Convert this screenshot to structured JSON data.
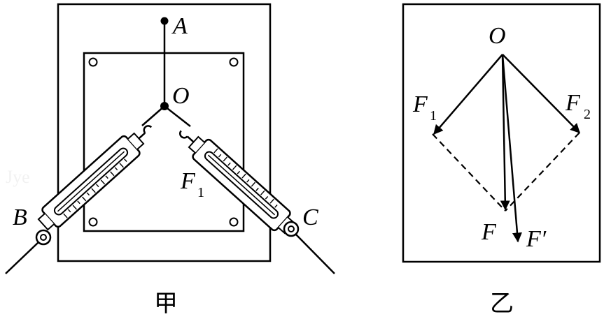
{
  "figure_left": {
    "caption": "甲",
    "points": {
      "A": "A",
      "O": "O",
      "B": "B",
      "C": "C"
    },
    "force_label": {
      "letter": "F",
      "subscript": "1"
    }
  },
  "figure_right": {
    "caption": "乙",
    "point_O": "O",
    "forces": {
      "f1": {
        "letter": "F",
        "subscript": "1"
      },
      "f2": {
        "letter": "F",
        "subscript": "2"
      },
      "f": "F",
      "f_prime": "F′"
    }
  },
  "watermark": "Jye"
}
